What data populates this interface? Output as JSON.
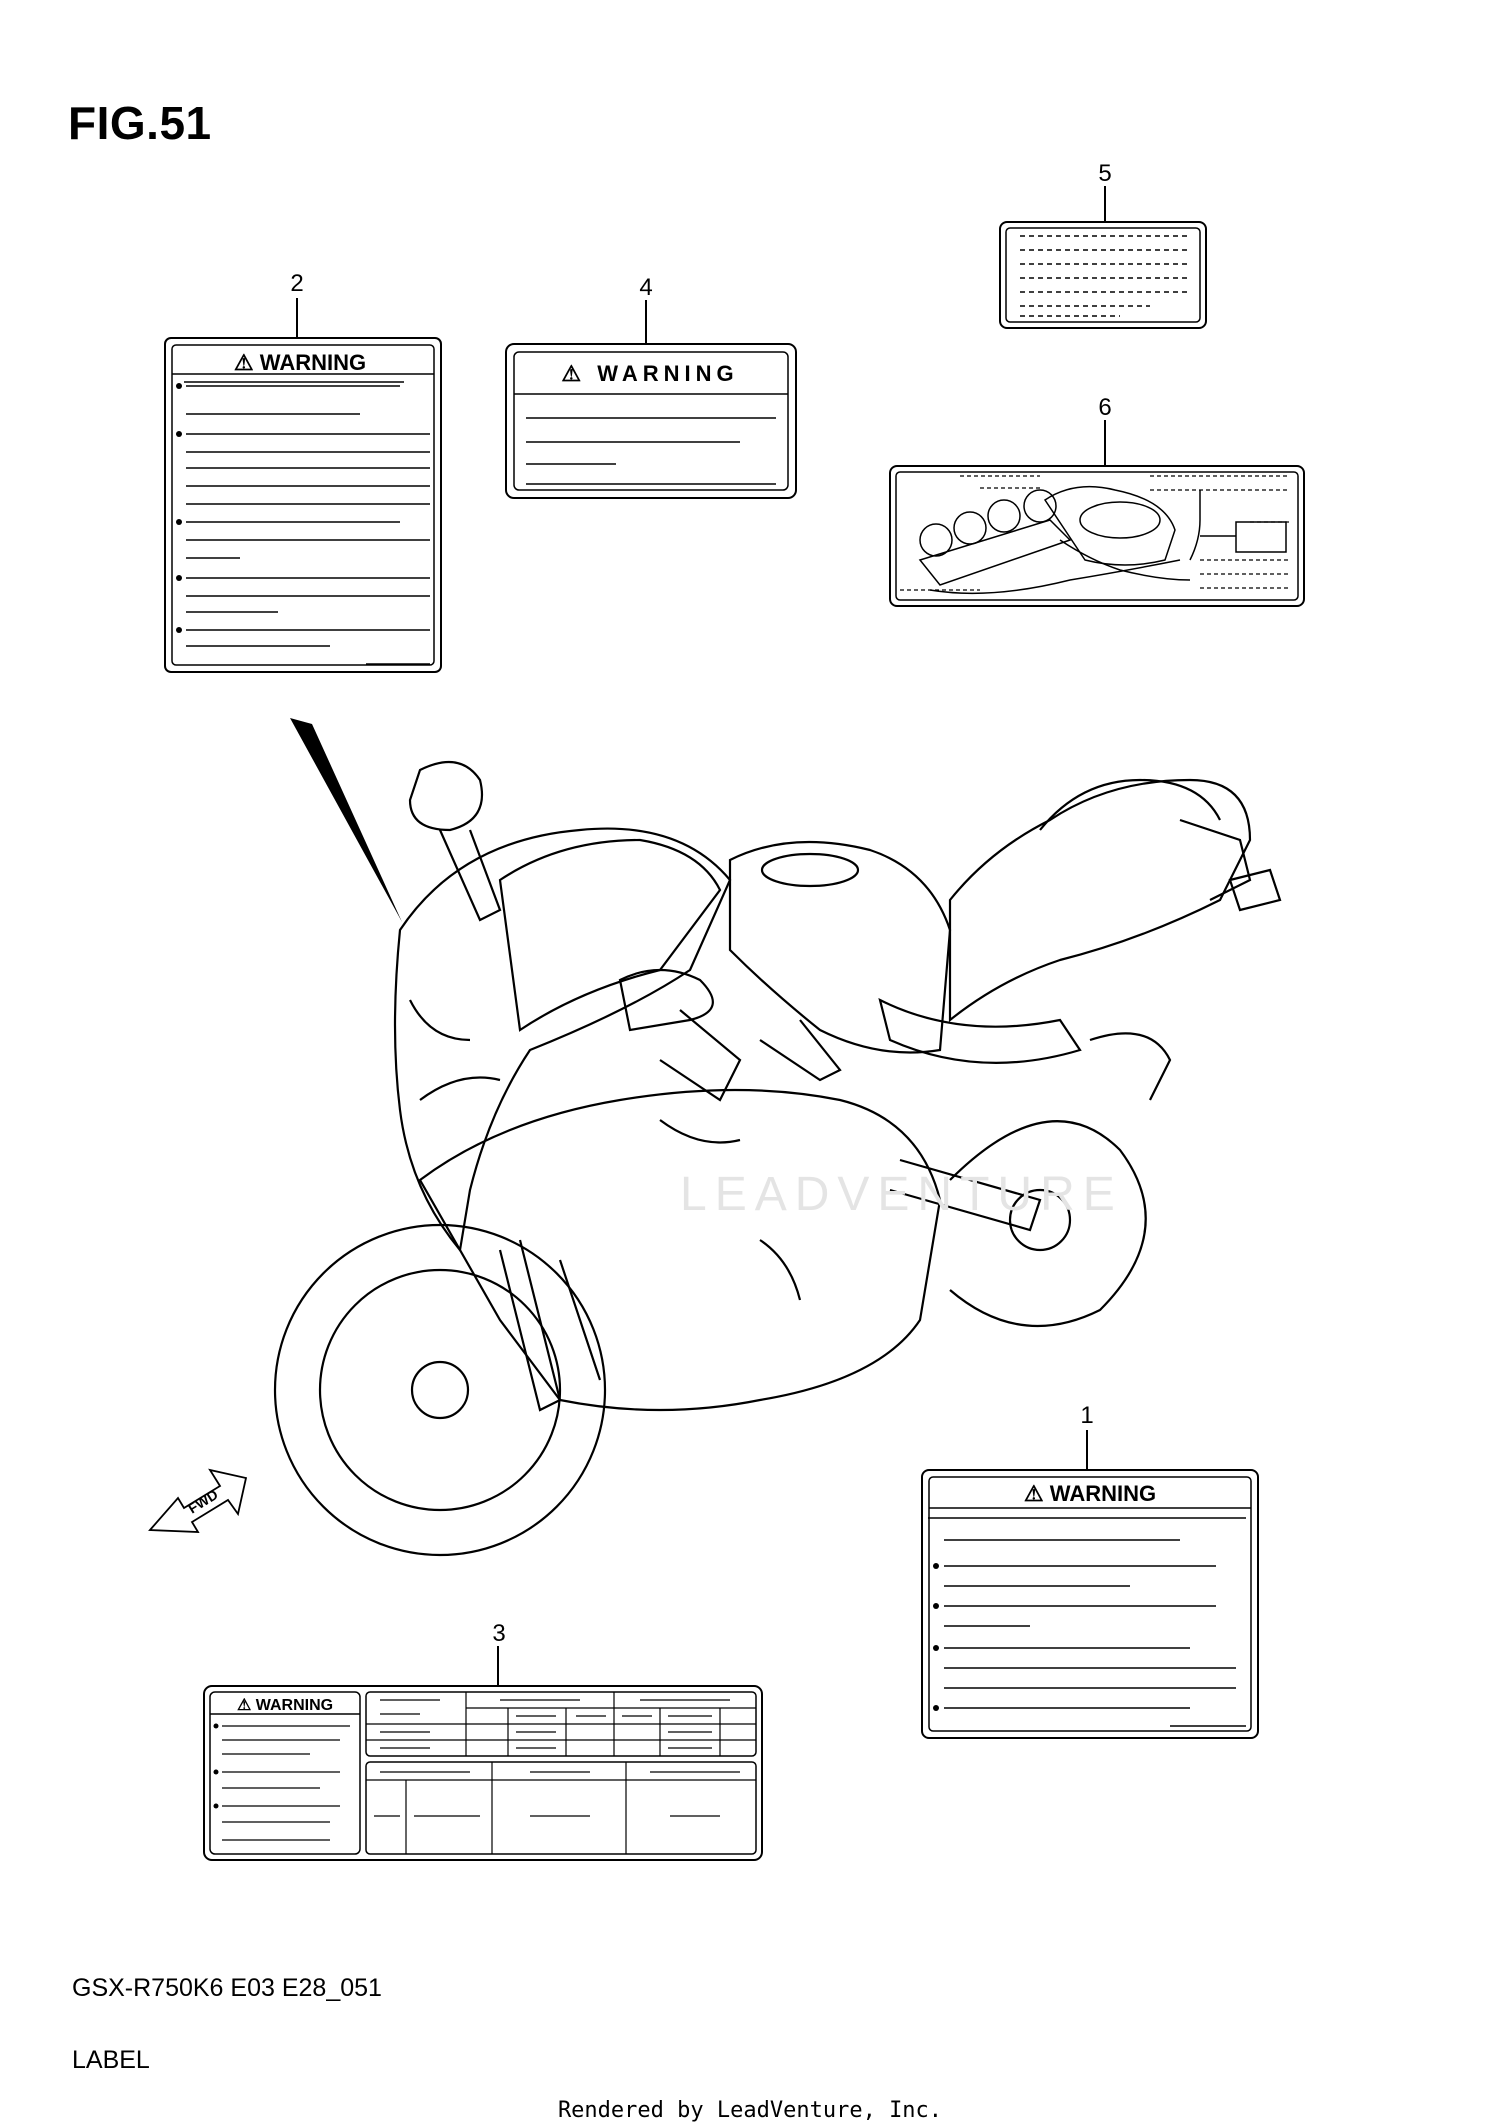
{
  "figure": {
    "title": "FIG.51",
    "model_code": "GSX-R750K6 E03 E28_051",
    "caption": "LABEL",
    "footer": "Rendered by LeadVenture, Inc."
  },
  "callouts": [
    "1",
    "2",
    "3",
    "4",
    "5",
    "6"
  ],
  "labels": {
    "label_1_heading": "WARNING",
    "label_2_heading": "WARNING",
    "label_3_heading": "WARNING",
    "label_4_heading": "WARNING",
    "warning_symbol": "⚠"
  },
  "direction_arrow": "FWD",
  "watermark": "LEADVENTURE"
}
